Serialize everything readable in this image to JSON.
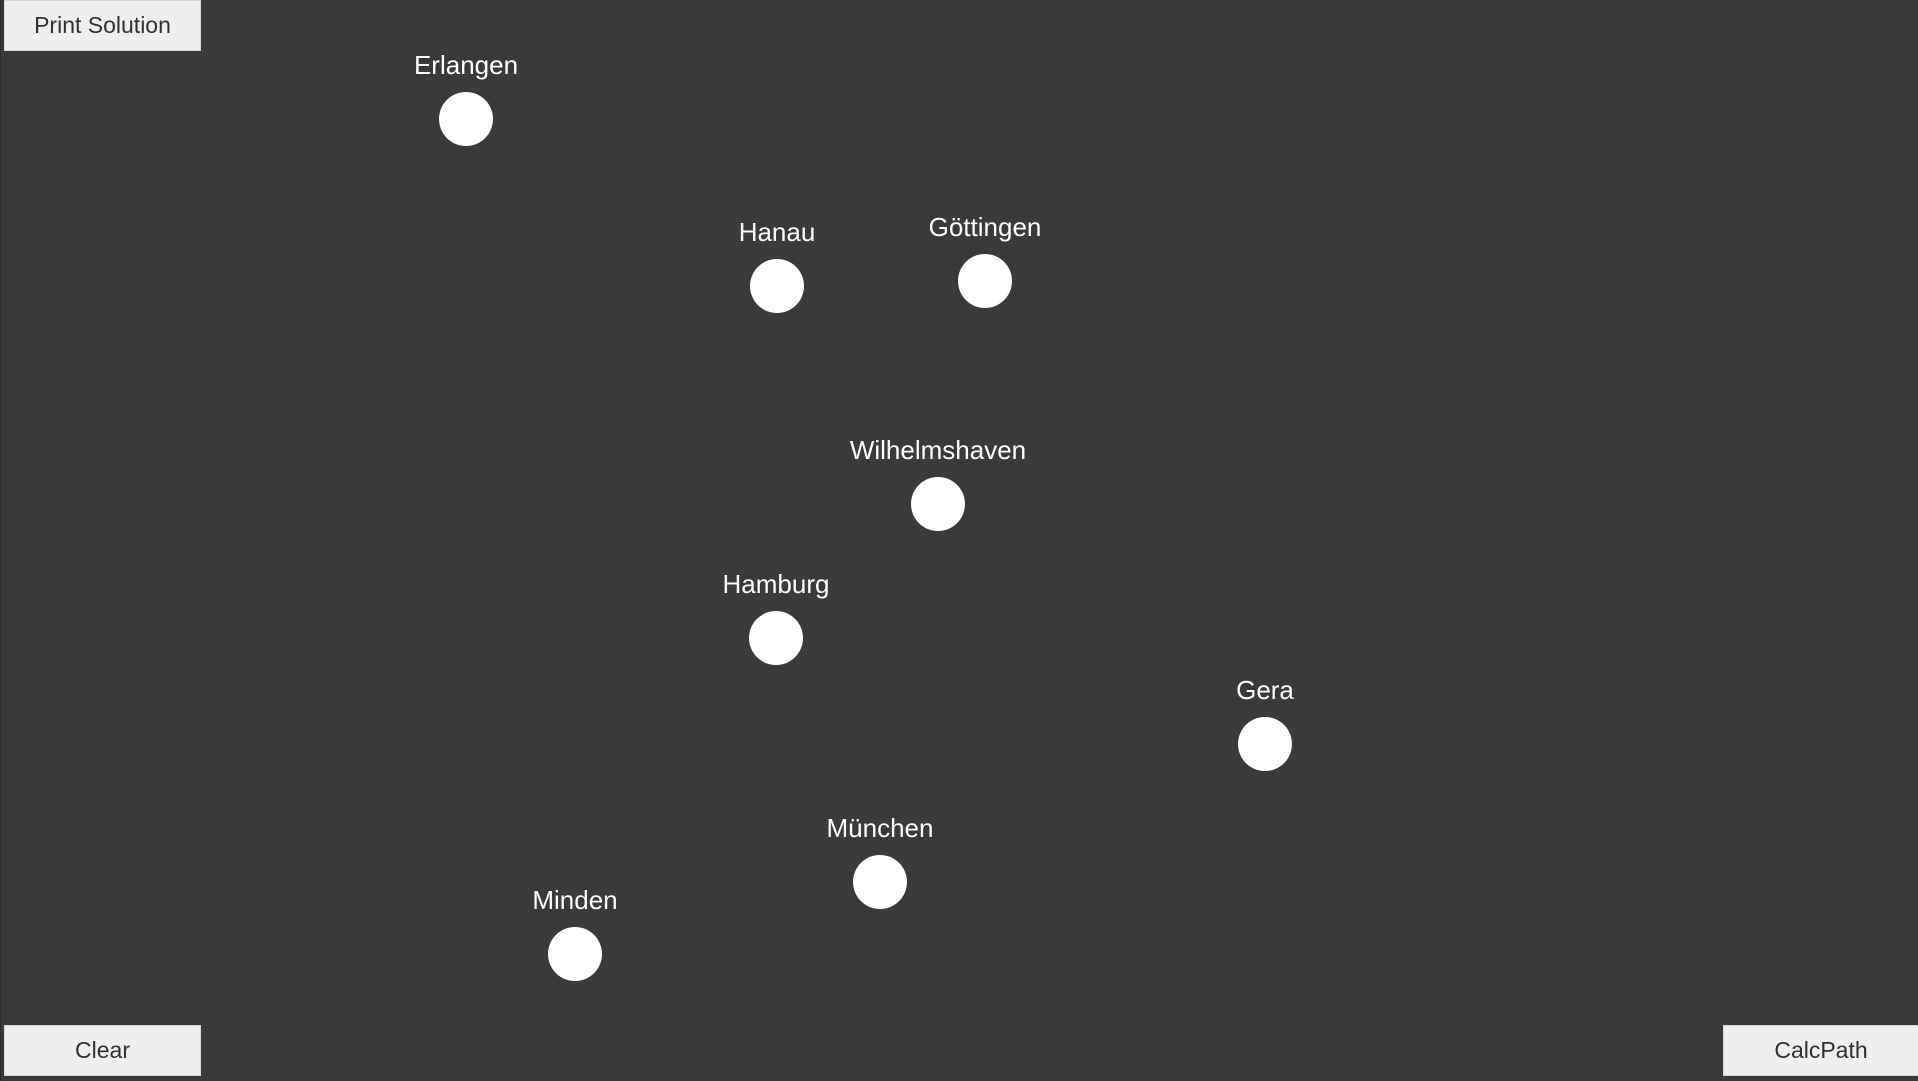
{
  "window": {
    "background_color": "#3a3a3a"
  },
  "buttons": {
    "print_solution": "Print Solution",
    "clear": "Clear",
    "calc_path": "CalcPath"
  },
  "cities": [
    {
      "name": "Erlangen"
    },
    {
      "name": "Hanau"
    },
    {
      "name": "Göttingen"
    },
    {
      "name": "Wilhelmshaven"
    },
    {
      "name": "Hamburg"
    },
    {
      "name": "Gera"
    },
    {
      "name": "München"
    },
    {
      "name": "Minden"
    }
  ],
  "colors": {
    "node": "#ffffff",
    "label": "#ffffff",
    "button_bg": "#efefef",
    "button_text": "#303030"
  }
}
